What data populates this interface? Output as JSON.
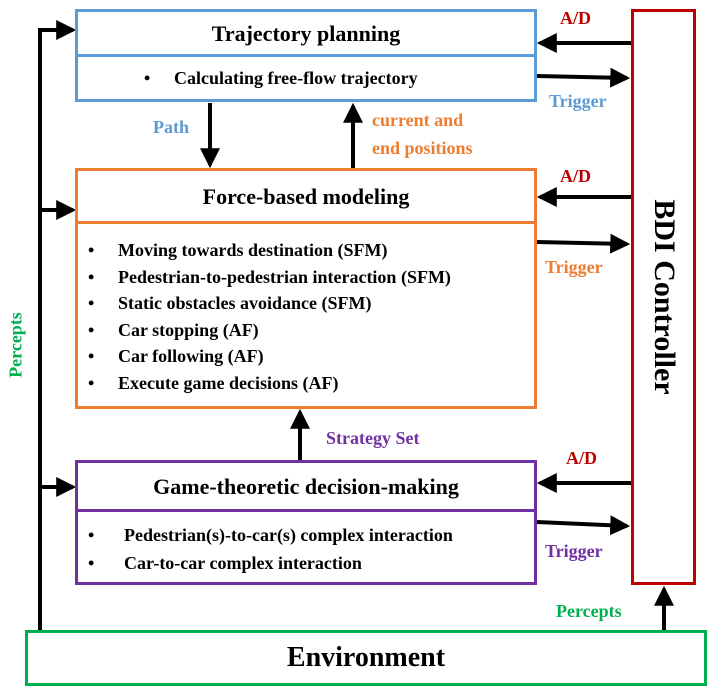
{
  "trajectory_planning": {
    "title": "Trajectory planning",
    "items": [
      "Calculating free-flow trajectory"
    ]
  },
  "force_based_modeling": {
    "title": "Force-based modeling",
    "items": [
      "Moving towards destination (SFM)",
      "Pedestrian-to-pedestrian interaction (SFM)",
      "Static obstacles avoidance (SFM)",
      "Car stopping (AF)",
      "Car following (AF)",
      "Execute game decisions (AF)"
    ]
  },
  "game_theoretic": {
    "title": "Game-theoretic decision-making",
    "items": [
      "Pedestrian(s)-to-car(s) complex interaction",
      "Car-to-car complex interaction"
    ]
  },
  "bdi_controller": {
    "title": "BDI Controller"
  },
  "environment": {
    "title": "Environment"
  },
  "labels": {
    "path": "Path",
    "current_end_line1": "current and",
    "current_end_line2": "end positions",
    "strategy_set": "Strategy Set",
    "ad": "A/D",
    "trigger": "Trigger",
    "percepts": "Percepts"
  },
  "colors": {
    "trajectory": "#5b9bd5",
    "force": "#ed7d31",
    "game": "#7030a0",
    "bdi": "#c00000",
    "environment": "#00b050"
  }
}
